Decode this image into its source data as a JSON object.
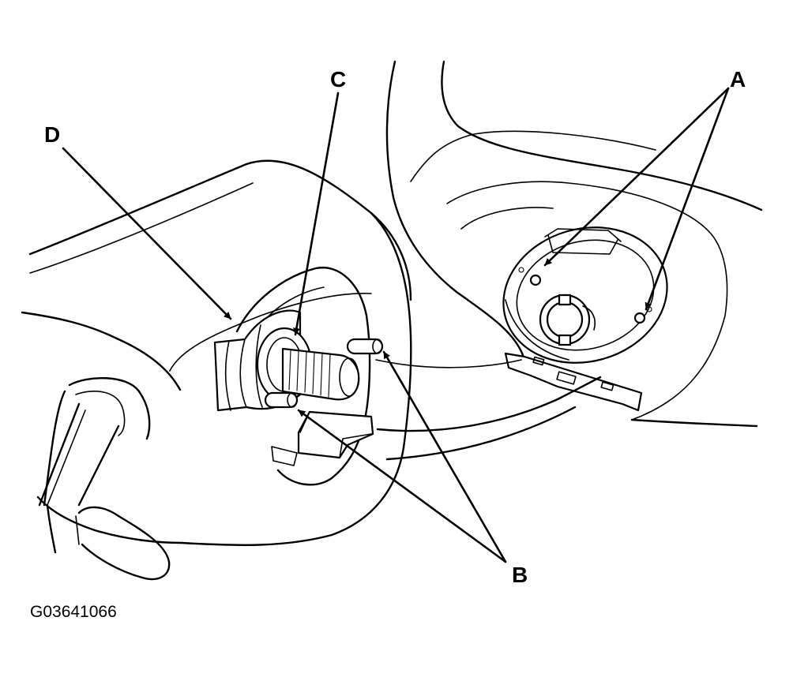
{
  "figure": {
    "id_text": "G03641066",
    "callouts": {
      "a": "A",
      "b": "B",
      "c": "C",
      "d": "D"
    }
  }
}
